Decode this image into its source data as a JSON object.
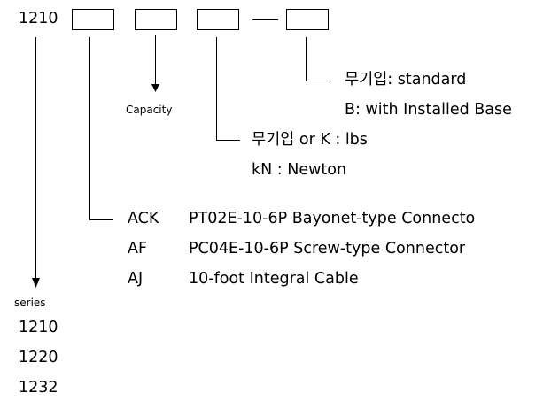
{
  "model_prefix": "1210",
  "capacity": {
    "label": "Capacity"
  },
  "base_option": {
    "standard": "무기입: standard",
    "installed": "B: with Installed Base"
  },
  "unit_option": {
    "lbs": "무기입 or K : lbs",
    "newton": "kN : Newton"
  },
  "connector_option": {
    "rows": [
      {
        "code": "ACK",
        "desc": "PT02E-10-6P Bayonet-type Connecto"
      },
      {
        "code": "AF",
        "desc": "PC04E-10-6P Screw-type Connector"
      },
      {
        "code": "AJ",
        "desc": "10-foot Integral Cable"
      }
    ]
  },
  "series": {
    "label": "series",
    "items": [
      "1210",
      "1220",
      "1232"
    ]
  }
}
